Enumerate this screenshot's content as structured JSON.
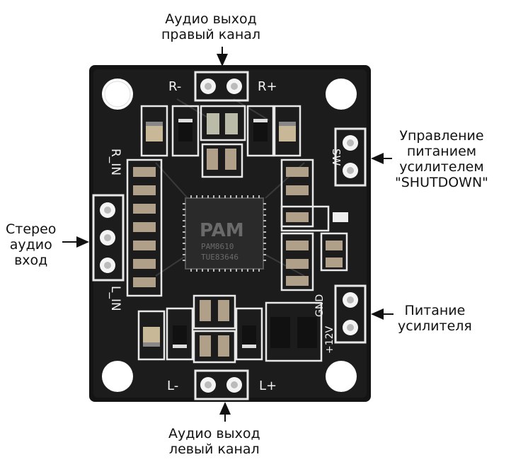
{
  "annotations": {
    "top": [
      "Аудио выход",
      "правый канал"
    ],
    "bottom": [
      "Аудио выход",
      "левый канал"
    ],
    "left": [
      "Стерео",
      "аудио",
      "вход"
    ],
    "right_top": [
      "Управление",
      "питанием",
      "усилителем",
      "\"SHUTDOWN\""
    ],
    "right_bottom": [
      "Питание",
      "усилителя"
    ]
  },
  "silkscreen": {
    "r_minus": "R-",
    "r_plus": "R+",
    "l_minus": "L-",
    "l_plus": "L+",
    "r_in": "R_IN",
    "l_in": "L_IN",
    "sw": "SW",
    "gnd": "GND",
    "v12": "+12V",
    "chip_logo": "PAM",
    "chip_model": "PAM8610",
    "chip_code": "TUE83646"
  }
}
